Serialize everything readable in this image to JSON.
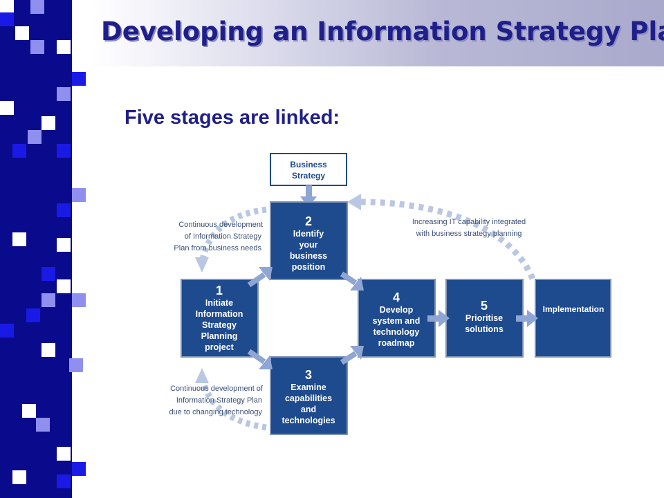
{
  "slide": {
    "title": "Developing an Information Strategy Plan",
    "subtitle": "Five stages are linked:"
  },
  "diagram": {
    "input_box": [
      "Business",
      "Strategy"
    ],
    "stages": [
      {
        "number": "1",
        "lines": [
          "Initiate",
          "Information",
          "Strategy",
          "Planning",
          "project"
        ]
      },
      {
        "number": "2",
        "lines": [
          "Identify",
          "your",
          "business",
          "position"
        ]
      },
      {
        "number": "3",
        "lines": [
          "Examine",
          "capabilities",
          "and",
          "technologies"
        ]
      },
      {
        "number": "4",
        "lines": [
          "Develop",
          "system and",
          "technology",
          "roadmap"
        ]
      },
      {
        "number": "5",
        "lines": [
          "Prioritise",
          "solutions"
        ]
      }
    ],
    "implementation": "Implementation",
    "annotations": {
      "top_left": [
        "Continuous development",
        "of Information Strategy",
        "Plan from business needs"
      ],
      "bottom_left": [
        "Continuous development of",
        "Information Strategy Plan",
        "due to changing technology"
      ],
      "top_right": [
        "Increasing IT capability integrated",
        "with business strategy planning"
      ]
    },
    "colors": {
      "box_fill": "#1e4a8e",
      "box_border": "#7f94b8",
      "box_text": "#ffffff",
      "arrow": "#8fa6d4",
      "input_border": "#1e4a8e",
      "input_text": "#1e4a8e",
      "annotation_text": "#3a4f78"
    }
  },
  "theme": {
    "sidebar_dark": "#0a0a8c",
    "sidebar_bright": "#1a1ae6",
    "sidebar_light": "#8f8ff0",
    "title_color": "#1f1f8a"
  }
}
